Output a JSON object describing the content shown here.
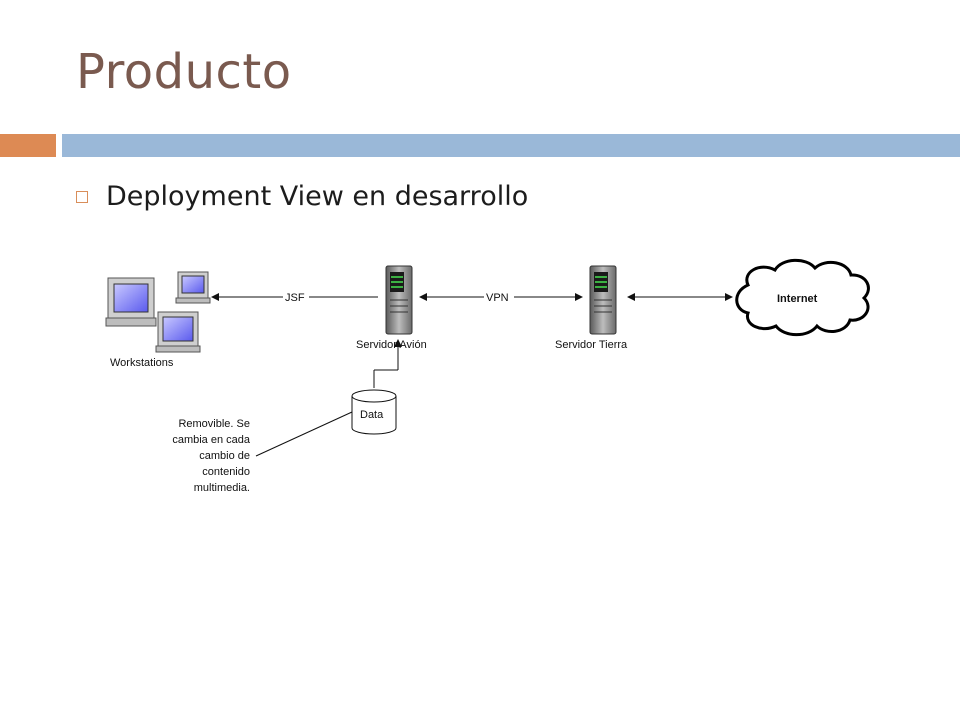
{
  "slide": {
    "title": "Producto",
    "bullet": "Deployment View en desarrollo"
  },
  "colors": {
    "title": "#7a5a4f",
    "accent_bar": "#dd8a54",
    "header_bar": "#9ab8d8",
    "bullet_marker": "#d98e5a"
  },
  "diagram": {
    "nodes": {
      "workstations": "Workstations",
      "servidor_avion": "Servidor Avión",
      "servidor_tierra": "Servidor Tierra",
      "internet": "Internet",
      "data": "Data"
    },
    "connections": {
      "jsf": "JSF",
      "vpn": "VPN"
    },
    "note_lines": [
      "Removible. Se",
      "cambia en cada",
      "cambio de",
      "contenido",
      "multimedia."
    ]
  }
}
